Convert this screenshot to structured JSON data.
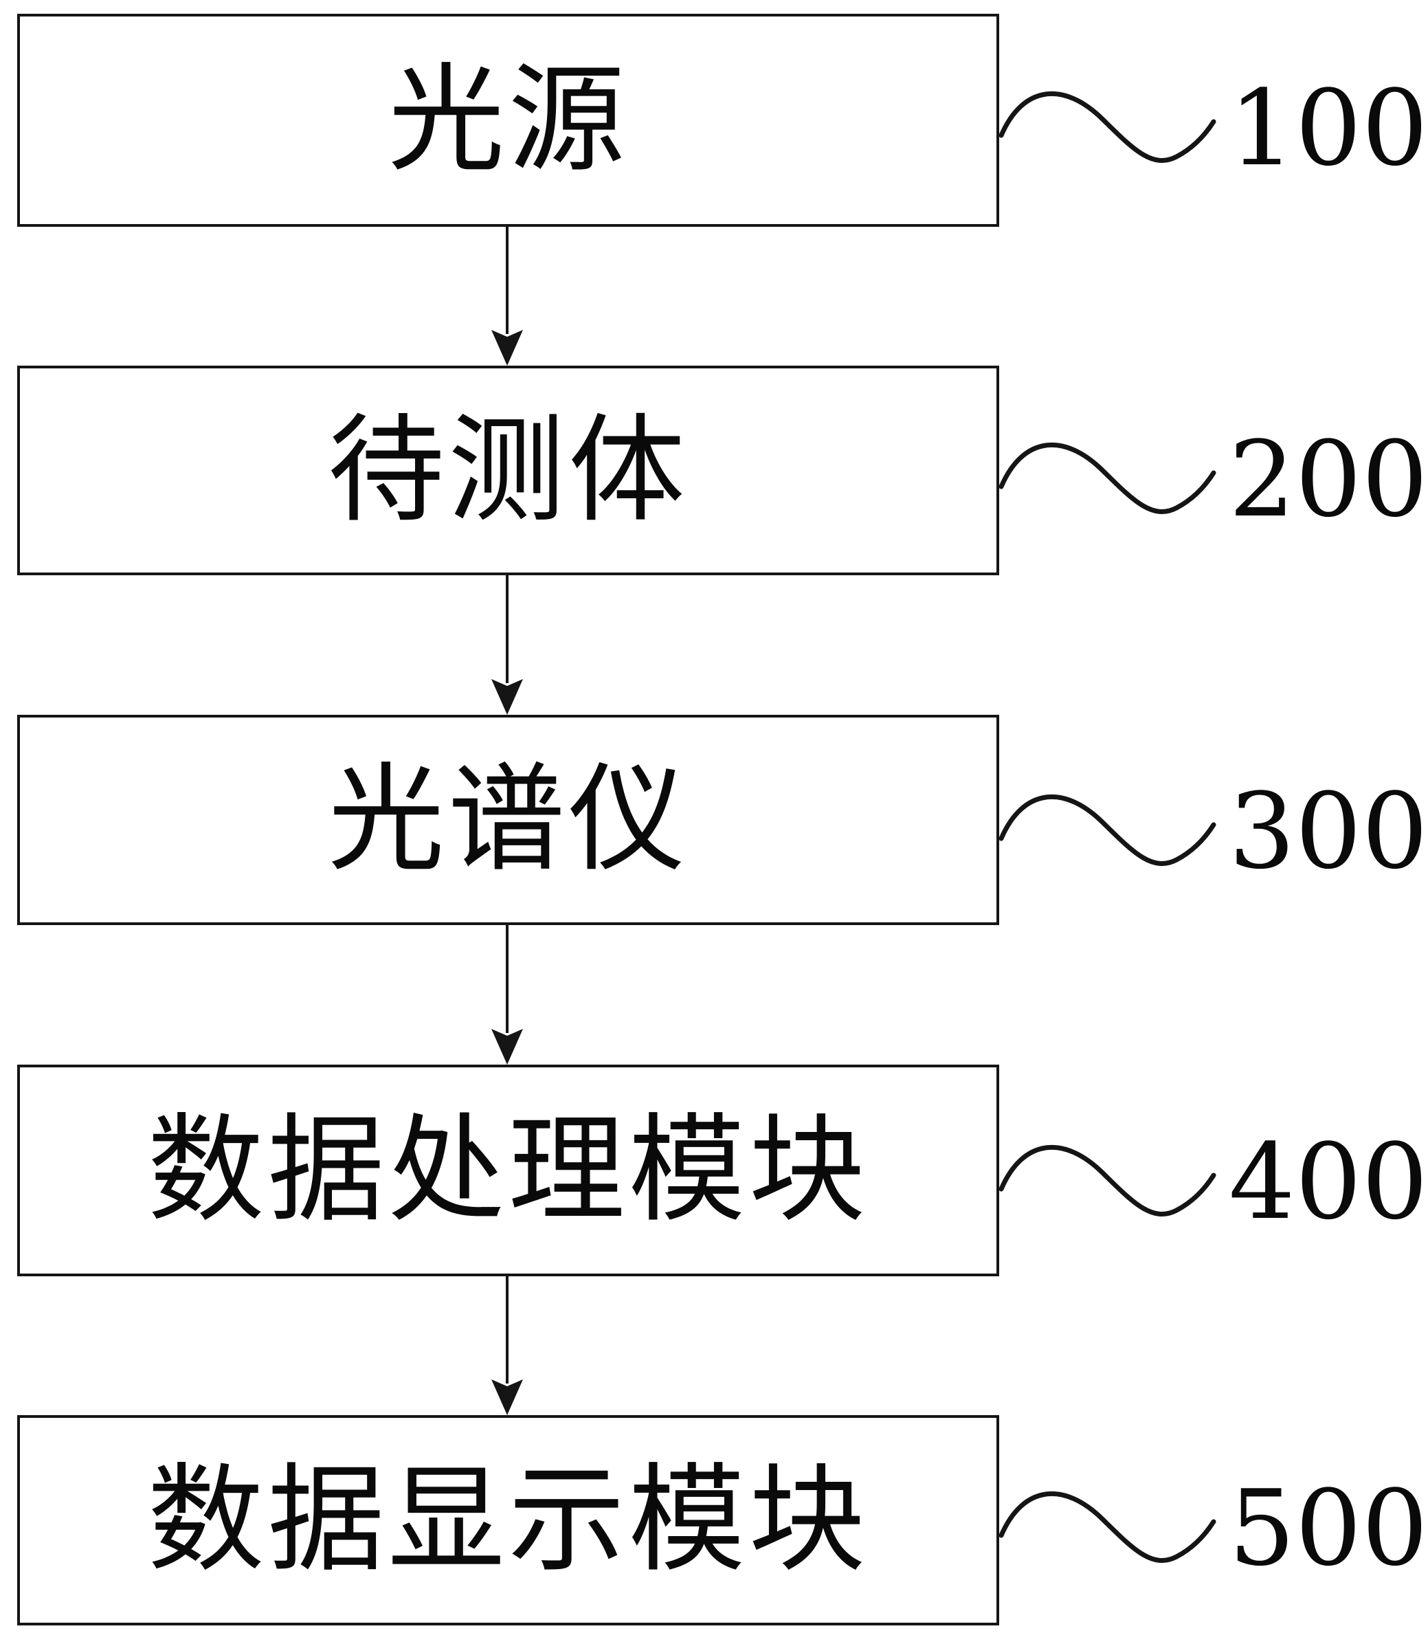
{
  "diagram": {
    "type": "flowchart",
    "background": "#ffffff",
    "ink_color": "#151515",
    "nodes": [
      {
        "label": "光源",
        "ref": "100"
      },
      {
        "label": "待测体",
        "ref": "200"
      },
      {
        "label": "光谱仪",
        "ref": "300"
      },
      {
        "label": "数据处理模块",
        "ref": "400"
      },
      {
        "label": "数据显示模块",
        "ref": "500"
      }
    ],
    "edges": [
      {
        "from": "100",
        "to": "200"
      },
      {
        "from": "200",
        "to": "300"
      },
      {
        "from": "300",
        "to": "400"
      },
      {
        "from": "400",
        "to": "500"
      }
    ]
  }
}
